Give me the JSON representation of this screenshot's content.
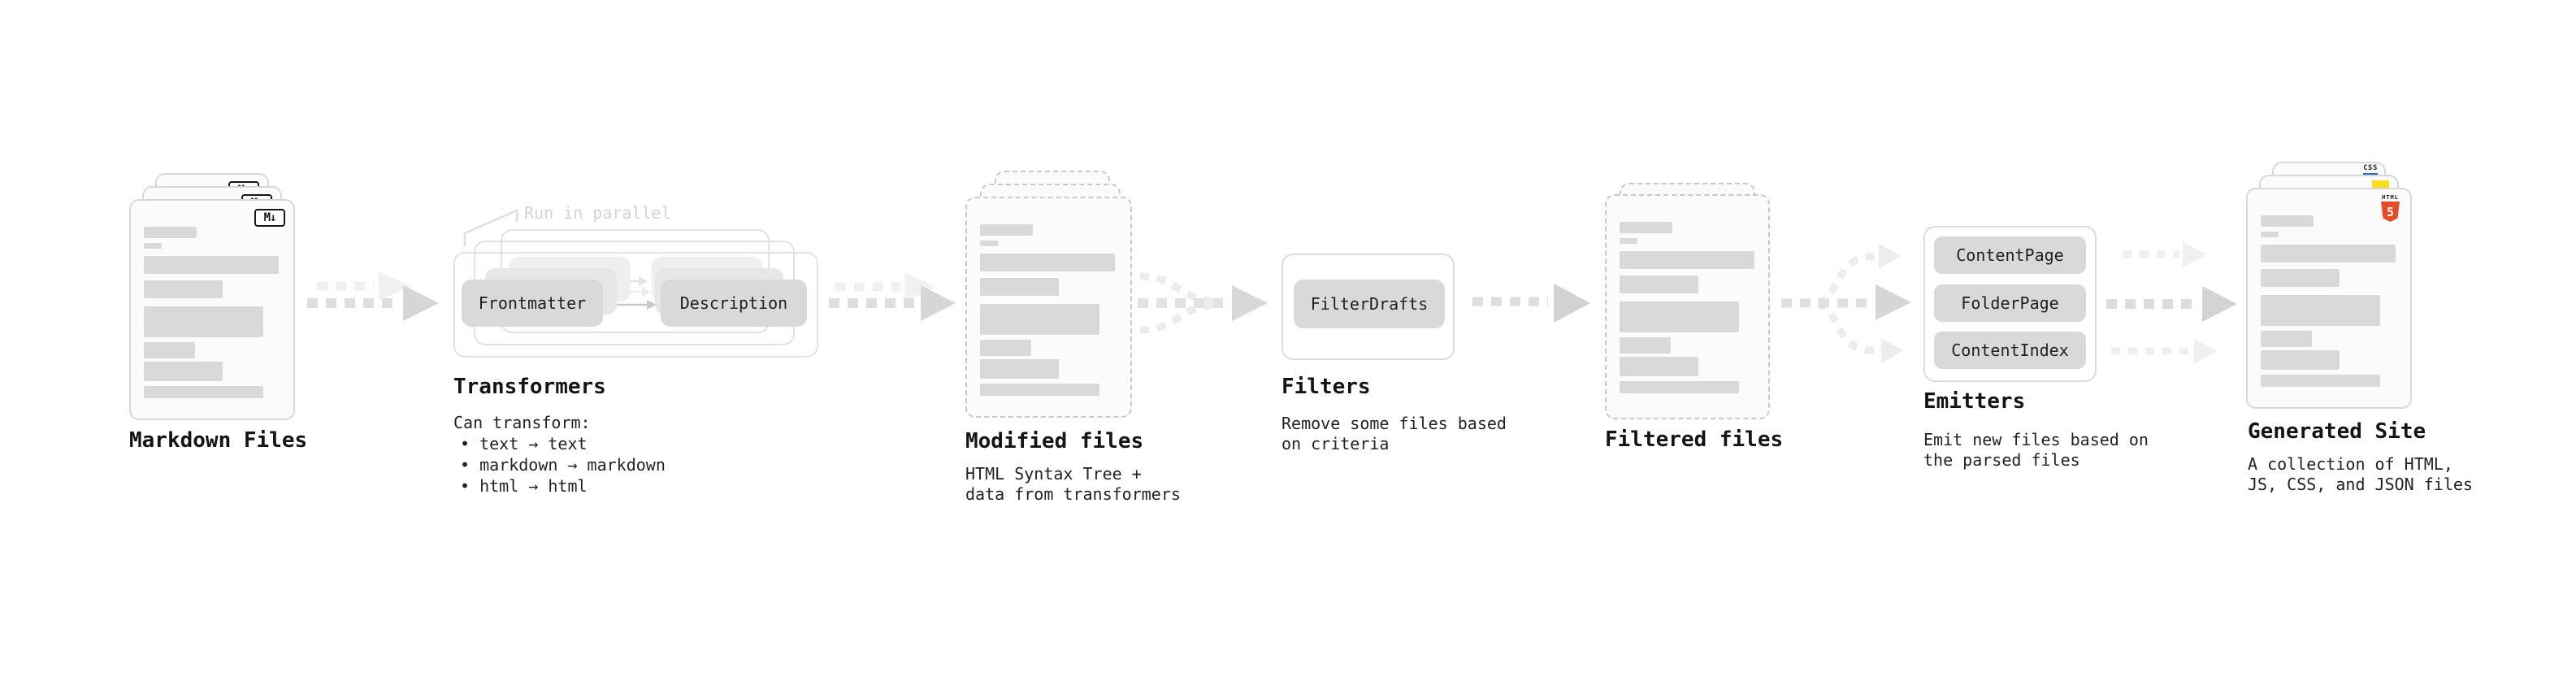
{
  "diagram": {
    "markdown": {
      "label": "Markdown Files",
      "badge": "M↓"
    },
    "transformers": {
      "note": "Run in parallel",
      "frontmatter": "Frontmatter",
      "description": "Description",
      "label": "Transformers",
      "desc_heading": "Can transform:",
      "bullets": [
        "• text → text",
        "• markdown → markdown",
        "• html → html"
      ]
    },
    "modified": {
      "label": "Modified files",
      "desc1": "HTML Syntax Tree +",
      "desc2": "data from transformers"
    },
    "filters": {
      "button": "FilterDrafts",
      "label": "Filters",
      "desc1": "Remove some files based",
      "desc2": "on criteria"
    },
    "filtered": {
      "label": "Filtered files"
    },
    "emitters": {
      "buttons": [
        "ContentPage",
        "FolderPage",
        "ContentIndex"
      ],
      "label": "Emitters",
      "desc1": "Emit new files based on",
      "desc2": "the parsed files"
    },
    "generated": {
      "label": "Generated Site",
      "desc1": "A collection of HTML,",
      "desc2": "JS, CSS, and JSON files",
      "css_badge": "CSS",
      "html_badge": "HTML",
      "html_number": "5"
    }
  },
  "colors": {
    "js_yellow": "#f7df1e",
    "html5_orange": "#e44d26",
    "css_blue": "#2d6ae3"
  }
}
